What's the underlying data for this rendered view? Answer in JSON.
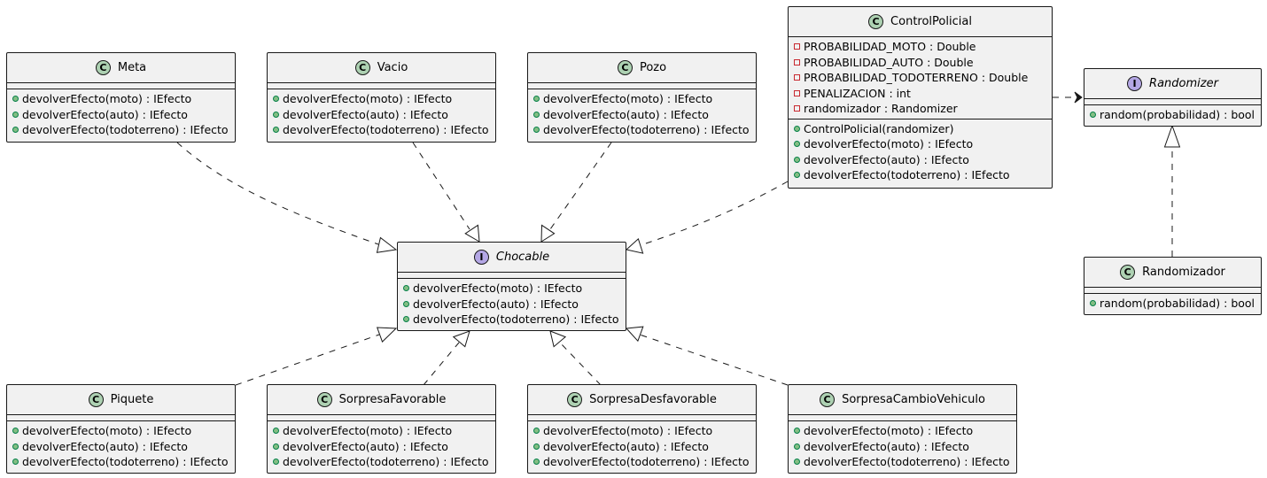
{
  "colors": {
    "box_fill": "#f1f1f1",
    "border": "#181818",
    "class_badge": "#add1b2",
    "interface_badge": "#b4a7e5",
    "public_marker": "#84be84",
    "private_marker": "#c82930"
  },
  "nodes": {
    "meta": {
      "kind": "class",
      "badge": "C",
      "name": "Meta",
      "fields": [],
      "methods": [
        {
          "vis": "public",
          "text": "devolverEfecto(moto) : IEfecto"
        },
        {
          "vis": "public",
          "text": "devolverEfecto(auto) : IEfecto"
        },
        {
          "vis": "public",
          "text": "devolverEfecto(todoterreno) : IEfecto"
        }
      ]
    },
    "vacio": {
      "kind": "class",
      "badge": "C",
      "name": "Vacio",
      "fields": [],
      "methods": [
        {
          "vis": "public",
          "text": "devolverEfecto(moto) : IEfecto"
        },
        {
          "vis": "public",
          "text": "devolverEfecto(auto) : IEfecto"
        },
        {
          "vis": "public",
          "text": "devolverEfecto(todoterreno) : IEfecto"
        }
      ]
    },
    "pozo": {
      "kind": "class",
      "badge": "C",
      "name": "Pozo",
      "fields": [],
      "methods": [
        {
          "vis": "public",
          "text": "devolverEfecto(moto) : IEfecto"
        },
        {
          "vis": "public",
          "text": "devolverEfecto(auto) : IEfecto"
        },
        {
          "vis": "public",
          "text": "devolverEfecto(todoterreno) : IEfecto"
        }
      ]
    },
    "control": {
      "kind": "class",
      "badge": "C",
      "name": "ControlPolicial",
      "fields": [
        {
          "vis": "private",
          "text": "PROBABILIDAD_MOTO : Double"
        },
        {
          "vis": "private",
          "text": "PROBABILIDAD_AUTO : Double"
        },
        {
          "vis": "private",
          "text": "PROBABILIDAD_TODOTERRENO : Double"
        },
        {
          "vis": "private",
          "text": "PENALIZACION : int"
        },
        {
          "vis": "private",
          "text": "randomizador : Randomizer"
        }
      ],
      "methods": [
        {
          "vis": "public",
          "text": "ControlPolicial(randomizer)"
        },
        {
          "vis": "public",
          "text": "devolverEfecto(moto) : IEfecto"
        },
        {
          "vis": "public",
          "text": "devolverEfecto(auto) : IEfecto"
        },
        {
          "vis": "public",
          "text": "devolverEfecto(todoterreno) : IEfecto"
        }
      ]
    },
    "randomizer": {
      "kind": "interface",
      "badge": "I",
      "name": "Randomizer",
      "fields": [],
      "methods": [
        {
          "vis": "public",
          "text": "random(probabilidad) : bool"
        }
      ]
    },
    "chocable": {
      "kind": "interface",
      "badge": "I",
      "name": "Chocable",
      "fields": [],
      "methods": [
        {
          "vis": "public",
          "text": "devolverEfecto(moto) : IEfecto"
        },
        {
          "vis": "public",
          "text": "devolverEfecto(auto) : IEfecto"
        },
        {
          "vis": "public",
          "text": "devolverEfecto(todoterreno) : IEfecto"
        }
      ]
    },
    "randomizador": {
      "kind": "class",
      "badge": "C",
      "name": "Randomizador",
      "fields": [],
      "methods": [
        {
          "vis": "public",
          "text": "random(probabilidad) : bool"
        }
      ]
    },
    "piquete": {
      "kind": "class",
      "badge": "C",
      "name": "Piquete",
      "fields": [],
      "methods": [
        {
          "vis": "public",
          "text": "devolverEfecto(moto) : IEfecto"
        },
        {
          "vis": "public",
          "text": "devolverEfecto(auto) : IEfecto"
        },
        {
          "vis": "public",
          "text": "devolverEfecto(todoterreno) : IEfecto"
        }
      ]
    },
    "sorpresa_favorable": {
      "kind": "class",
      "badge": "C",
      "name": "SorpresaFavorable",
      "fields": [],
      "methods": [
        {
          "vis": "public",
          "text": "devolverEfecto(moto) : IEfecto"
        },
        {
          "vis": "public",
          "text": "devolverEfecto(auto) : IEfecto"
        },
        {
          "vis": "public",
          "text": "devolverEfecto(todoterreno) : IEfecto"
        }
      ]
    },
    "sorpresa_desfavorable": {
      "kind": "class",
      "badge": "C",
      "name": "SorpresaDesfavorable",
      "fields": [],
      "methods": [
        {
          "vis": "public",
          "text": "devolverEfecto(moto) : IEfecto"
        },
        {
          "vis": "public",
          "text": "devolverEfecto(auto) : IEfecto"
        },
        {
          "vis": "public",
          "text": "devolverEfecto(todoterreno) : IEfecto"
        }
      ]
    },
    "sorpresa_cambio": {
      "kind": "class",
      "badge": "C",
      "name": "SorpresaCambioVehiculo",
      "fields": [],
      "methods": [
        {
          "vis": "public",
          "text": "devolverEfecto(moto) : IEfecto"
        },
        {
          "vis": "public",
          "text": "devolverEfecto(auto) : IEfecto"
        },
        {
          "vis": "public",
          "text": "devolverEfecto(todoterreno) : IEfecto"
        }
      ]
    }
  },
  "relations": [
    {
      "from": "Meta",
      "to": "Chocable",
      "type": "realization"
    },
    {
      "from": "Vacio",
      "to": "Chocable",
      "type": "realization"
    },
    {
      "from": "Pozo",
      "to": "Chocable",
      "type": "realization"
    },
    {
      "from": "ControlPolicial",
      "to": "Chocable",
      "type": "realization"
    },
    {
      "from": "Piquete",
      "to": "Chocable",
      "type": "realization"
    },
    {
      "from": "SorpresaFavorable",
      "to": "Chocable",
      "type": "realization"
    },
    {
      "from": "SorpresaDesfavorable",
      "to": "Chocable",
      "type": "realization"
    },
    {
      "from": "SorpresaCambioVehiculo",
      "to": "Chocable",
      "type": "realization"
    },
    {
      "from": "ControlPolicial",
      "to": "Randomizer",
      "type": "dependency"
    },
    {
      "from": "Randomizador",
      "to": "Randomizer",
      "type": "realization"
    }
  ]
}
